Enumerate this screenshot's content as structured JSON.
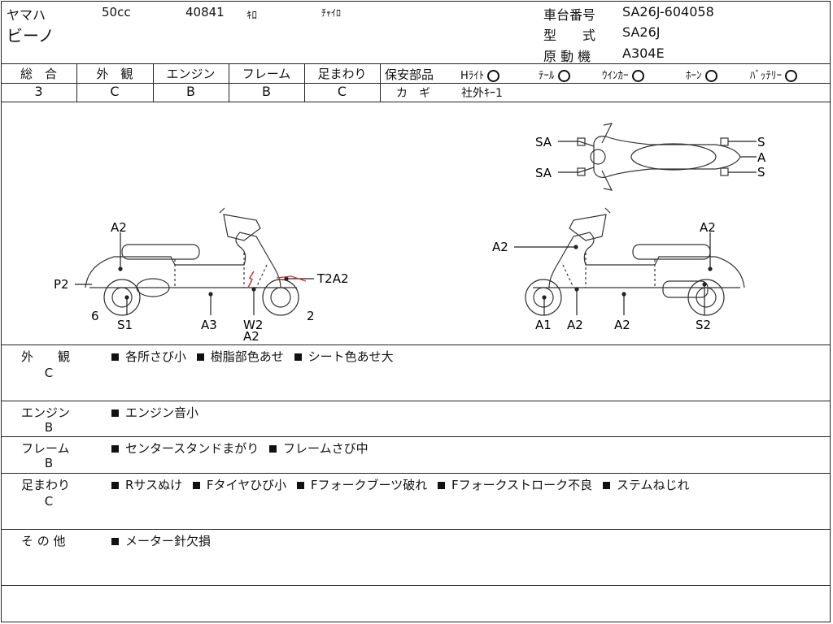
{
  "header": {
    "maker": "ヤマハ",
    "model": "ビーノ",
    "displacement": "50cc",
    "mileage": "40841",
    "mileage_unit": "ｷﾛ",
    "color": "ﾁｬｲﾛ",
    "frame_no_label": "車台番号",
    "frame_no": "SA26J-604058",
    "type_label": "型　　式",
    "type_value": "SA26J",
    "engine_label": "原 動 機",
    "engine_value": "A304E"
  },
  "grades": {
    "headers": [
      "総　合",
      "外　観",
      "エンジン",
      "フレーム",
      "足まわり"
    ],
    "values": [
      "3",
      "C",
      "B",
      "B",
      "C"
    ]
  },
  "safety": {
    "label": "保安部品",
    "items": [
      {
        "name": "Hﾗｲﾄ",
        "mark": "O"
      },
      {
        "name": "ﾃｰﾙ",
        "mark": "O"
      },
      {
        "name": "ｳｲﾝｶｰ",
        "mark": "O"
      },
      {
        "name": "ﾎｰﾝ",
        "mark": "O"
      },
      {
        "name": "ﾊﾞｯﾃﾘｰ",
        "mark": "O"
      }
    ],
    "key_label": "カ　ギ",
    "key_value": "社外ｷｰ1"
  },
  "diagram": {
    "top_labels": [
      "SA",
      "SA",
      "S",
      "A",
      "S"
    ],
    "left_labels": [
      "A2",
      "P2",
      "6",
      "S1",
      "A3",
      "W2",
      "A2",
      "T2A2",
      "2"
    ],
    "right_labels": [
      "A2",
      "A2",
      "A1",
      "A2",
      "A2",
      "S2"
    ]
  },
  "remarks": [
    {
      "category": "外　　観",
      "grade": "C",
      "items": [
        "各所さび小",
        "樹脂部色あせ",
        "シート色あせ大"
      ]
    },
    {
      "category": "エンジン",
      "grade": "B",
      "items": [
        "エンジン音小"
      ]
    },
    {
      "category": "フレーム",
      "grade": "B",
      "items": [
        "センタースタンドまがり",
        "フレームさび中"
      ]
    },
    {
      "category": "足まわり",
      "grade": "C",
      "items": [
        "Rサスぬけ",
        "Fタイヤひび小",
        "Fフォークブーツ破れ",
        "Fフォークストローク不良",
        "ステムねじれ"
      ]
    },
    {
      "category": "そ の 他",
      "grade": "",
      "items": [
        "メーター針欠損"
      ]
    }
  ]
}
